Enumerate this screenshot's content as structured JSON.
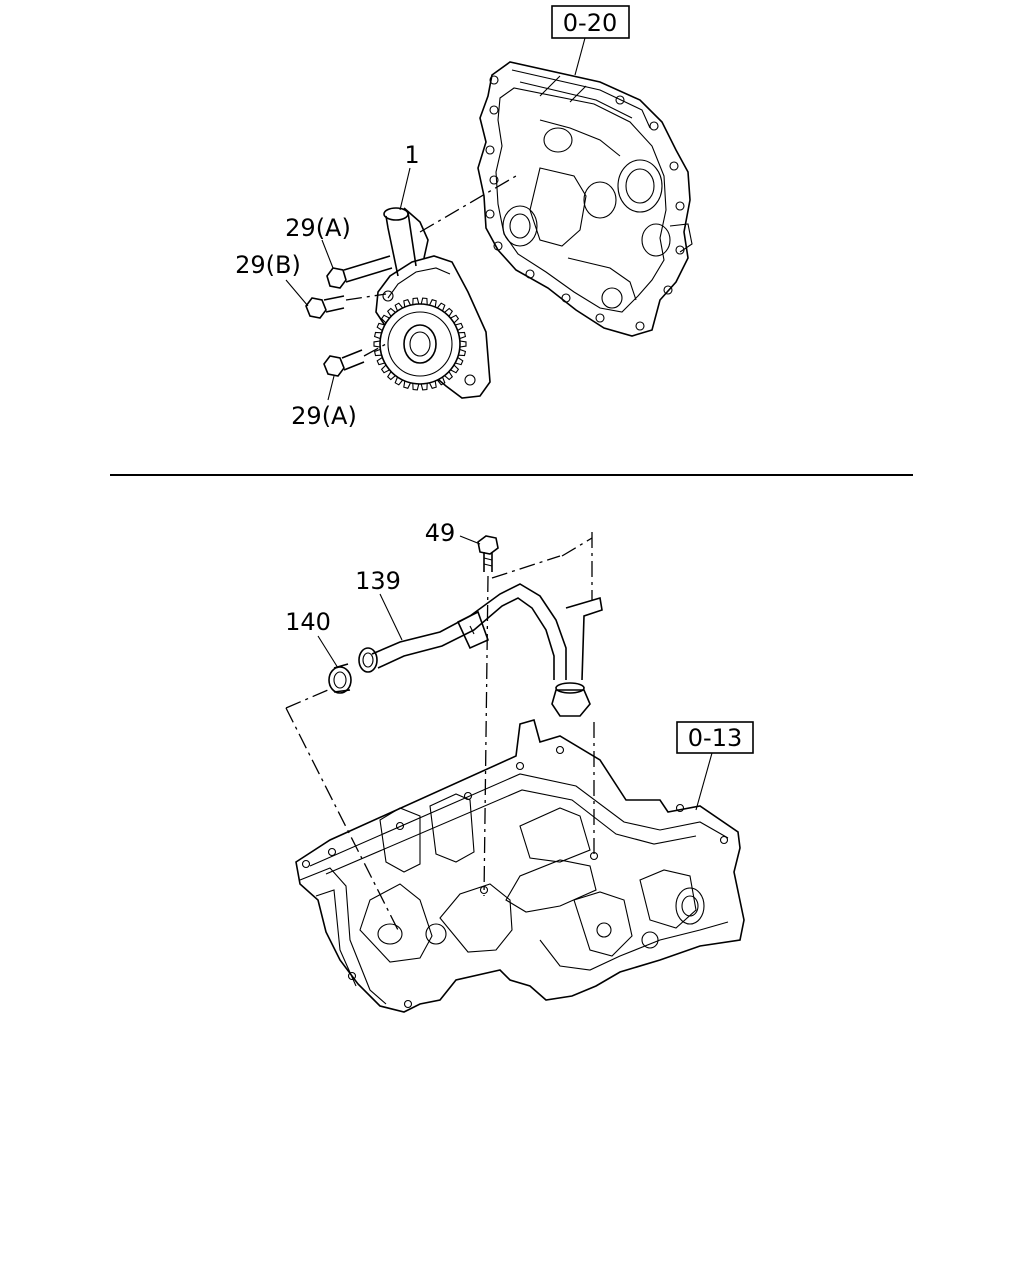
{
  "top_section": {
    "ref_box": "0-20",
    "labels": {
      "part_1": "1",
      "bolt_upper_a": "29(A)",
      "bolt_b": "29(B)",
      "bolt_lower_a": "29(A)"
    }
  },
  "bottom_section": {
    "ref_box": "0-13",
    "labels": {
      "part_49": "49",
      "part_139": "139",
      "part_140": "140"
    }
  }
}
